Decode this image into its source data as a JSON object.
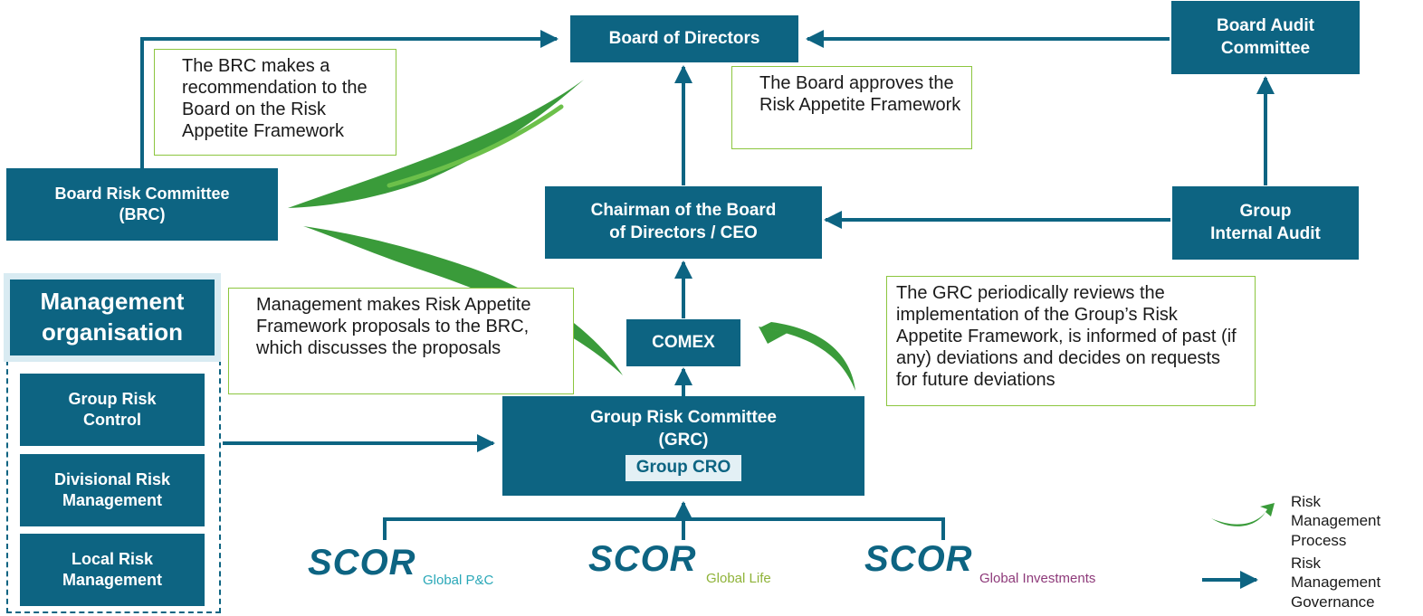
{
  "boxes": {
    "board_of_directors": "Board of Directors",
    "board_audit_committee": "Board Audit\nCommittee",
    "board_risk_committee": "Board Risk Committee\n(BRC)",
    "chairman_ceo": "Chairman of the Board\nof Directors / CEO",
    "group_internal_audit": "Group\nInternal Audit",
    "comex": "COMEX",
    "group_risk_committee": "Group Risk Committee\n(GRC)",
    "group_cro": "Group CRO"
  },
  "management": {
    "title": "Management\norganisation",
    "items": [
      "Group Risk\nControl",
      "Divisional Risk\nManagement",
      "Local Risk\nManagement"
    ]
  },
  "notes": {
    "brc_recommendation": "The BRC makes a recommendation to the Board on the Risk Appetite Framework",
    "board_approves": "The Board approves the Risk Appetite Framework",
    "management_proposals": "Management makes Risk Appetite Framework proposals to the BRC, which discusses the proposals",
    "grc_reviews": "The GRC periodically reviews the implementation of the Group’s Risk Appetite Framework, is informed of past (if any) deviations and decides on requests for future deviations"
  },
  "entities": [
    {
      "brand": "SCOR",
      "division": "Global P&C",
      "division_color": "#2aa8b8"
    },
    {
      "brand": "SCOR",
      "division": "Global Life",
      "division_color": "#8fb339"
    },
    {
      "brand": "SCOR",
      "division": "Global Investments",
      "division_color": "#8e3a7a"
    }
  ],
  "legend": {
    "process_label": "Risk\nManagement\nProcess",
    "governance_label": "Risk\nManagement\nGovernance"
  },
  "colors": {
    "governance_blue": "#0d6482",
    "process_green": "#3a9b3a",
    "note_border": "#8cc63f",
    "management_header_bg": "#d9ebf2"
  }
}
